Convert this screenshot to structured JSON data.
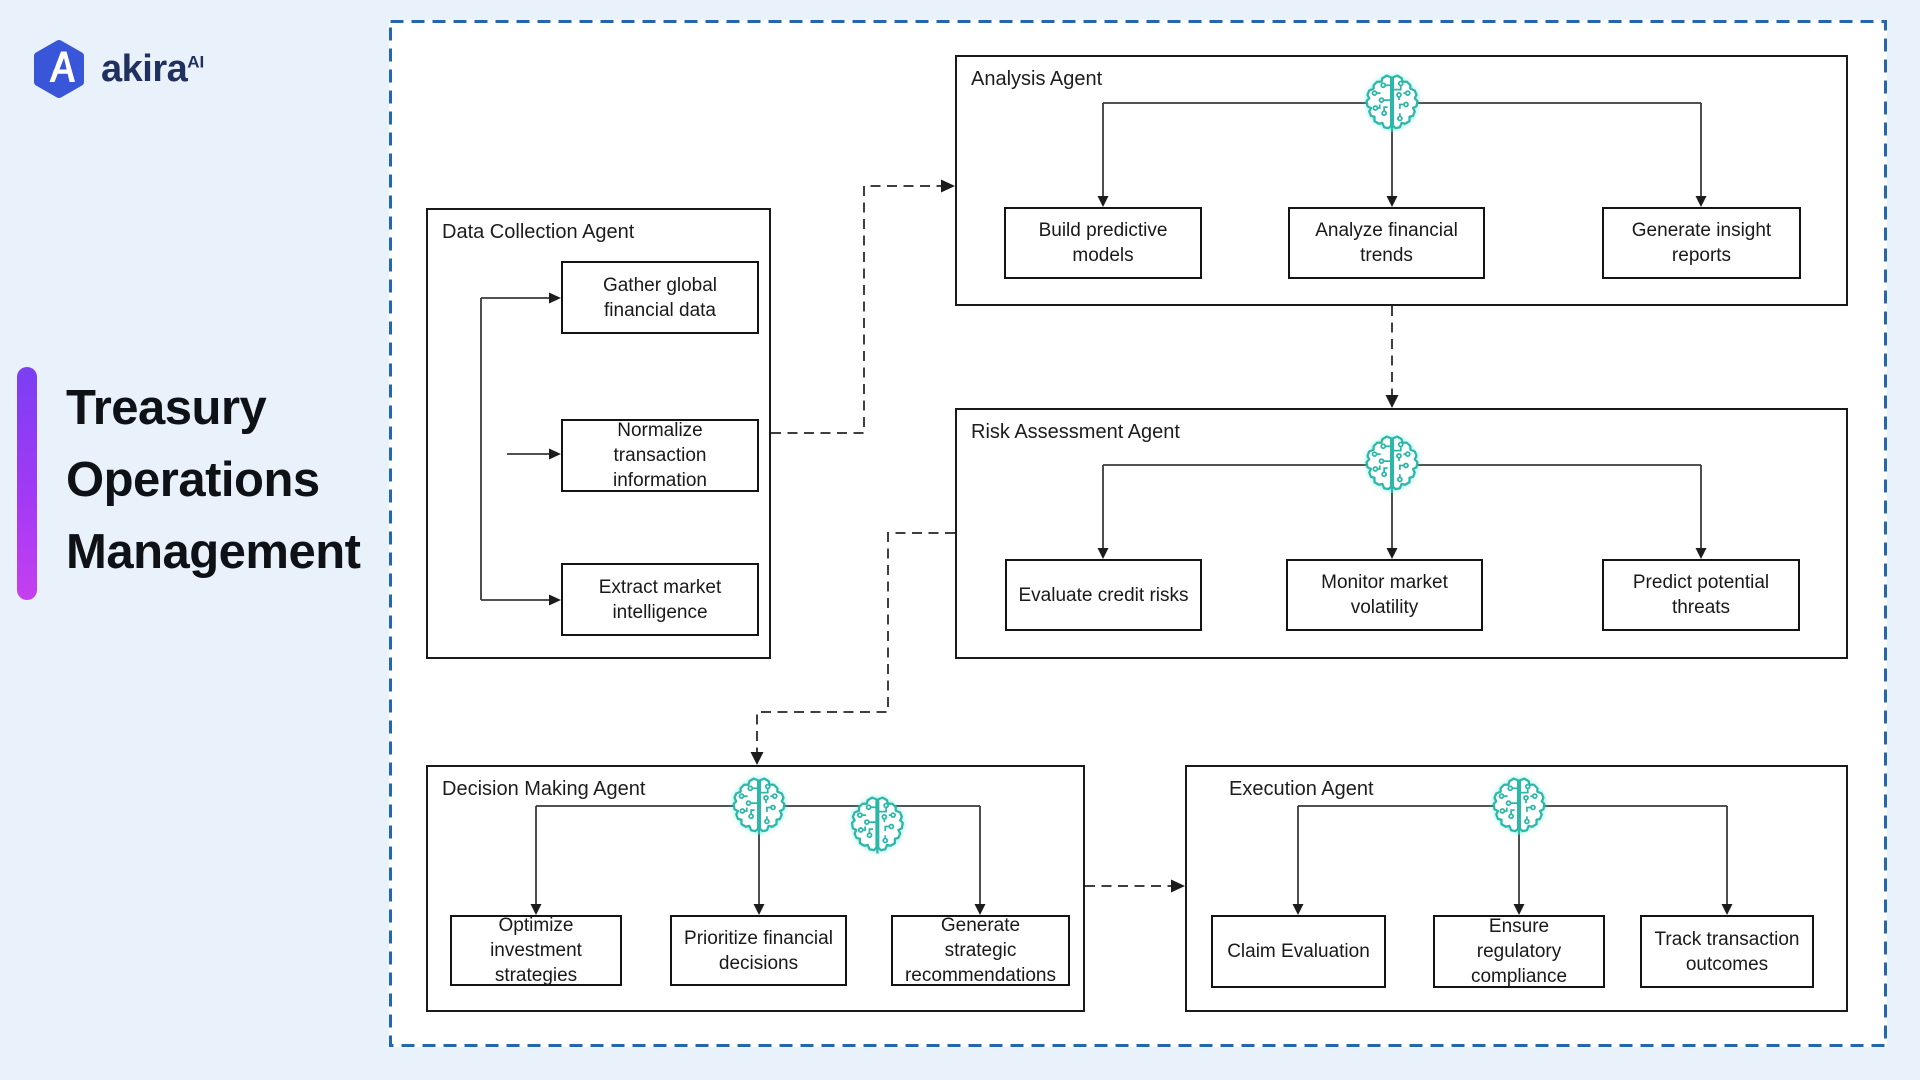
{
  "brand": {
    "name": "akira",
    "suffix": "AI"
  },
  "title": {
    "line1": "Treasury",
    "line2": "Operations",
    "line3": "Management"
  },
  "agents": {
    "data_collection": {
      "label": "Data Collection Agent",
      "tasks": [
        "Gather global financial data",
        "Normalize transaction information",
        "Extract market intelligence"
      ]
    },
    "analysis": {
      "label": "Analysis Agent",
      "tasks": [
        "Build predictive models",
        "Analyze financial trends",
        "Generate insight reports"
      ]
    },
    "risk": {
      "label": "Risk Assessment Agent",
      "tasks": [
        "Evaluate credit risks",
        "Monitor market volatility",
        "Predict potential threats"
      ]
    },
    "decision": {
      "label": "Decision Making Agent",
      "tasks": [
        "Optimize investment strategies",
        "Prioritize financial decisions",
        "Generate strategic recommendations"
      ]
    },
    "execution": {
      "label": "Execution Agent",
      "tasks": [
        "Claim Evaluation",
        "Ensure regulatory compliance",
        "Track transaction outcomes"
      ]
    }
  },
  "flow": [
    {
      "from": "Data Collection Agent",
      "to": "Analysis Agent",
      "style": "dashed-arrow"
    },
    {
      "from": "Analysis Agent",
      "to": "Risk Assessment Agent",
      "style": "dashed-arrow"
    },
    {
      "from": "Risk Assessment Agent",
      "to": "Decision Making Agent",
      "style": "dashed-arrow"
    },
    {
      "from": "Decision Making Agent",
      "to": "Execution Agent",
      "style": "dashed-arrow"
    }
  ],
  "icons": {
    "agent_icon": "ai-circuit-brain-icon",
    "logo_icon": "akira-hexagon-logo-icon"
  },
  "colors": {
    "background": "#e9f1fa",
    "panel": "#ffffff",
    "frame_border_blue": "#2666ad",
    "box_border": "#1a1a1a",
    "line": "#3a3a3a",
    "brain_teal": "#2bb8a8",
    "logo_blue": "#3a56d8",
    "brand_navy": "#20305f",
    "title_text": "#0e1116",
    "accent_bar_top": "#7b3ff2",
    "accent_bar_bottom": "#c63ff0"
  }
}
